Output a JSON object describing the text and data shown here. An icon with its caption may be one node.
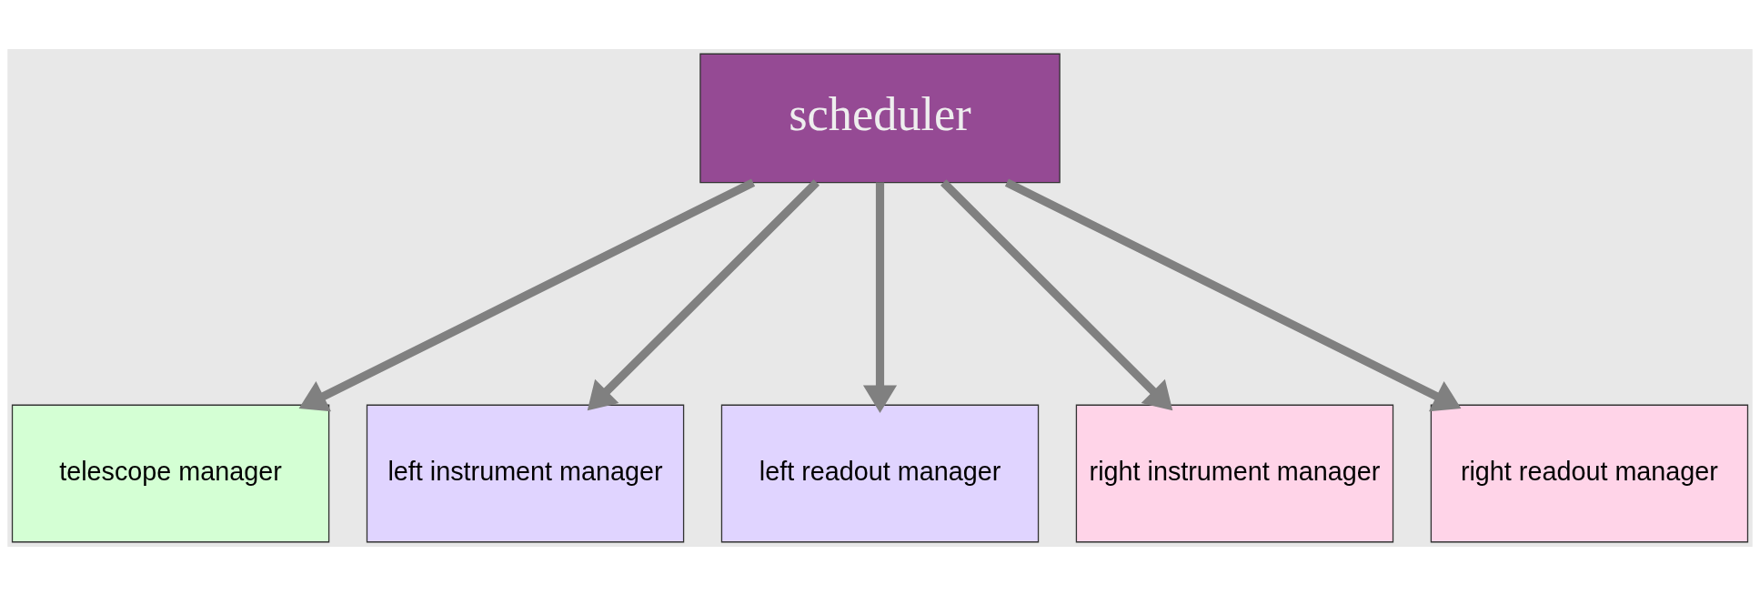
{
  "diagram": {
    "nodes": [
      {
        "text": [
          "scheduler"
        ]
      },
      {
        "text": [
          "telescope manager"
        ]
      },
      {
        "text": [
          "left instrument manager"
        ]
      },
      {
        "text": [
          "left readout manager"
        ]
      },
      {
        "text": [
          "right instrument manager"
        ]
      },
      {
        "text": [
          "right readout manager"
        ]
      }
    ],
    "edges": [
      {
        "from": 0,
        "to": 1,
        "arrow": "to"
      },
      {
        "from": 0,
        "to": 2,
        "arrow": "to"
      },
      {
        "from": 0,
        "to": 3,
        "arrow": "to"
      },
      {
        "from": 0,
        "to": 4,
        "arrow": "to"
      },
      {
        "from": 0,
        "to": 5,
        "arrow": "to"
      }
    ]
  }
}
